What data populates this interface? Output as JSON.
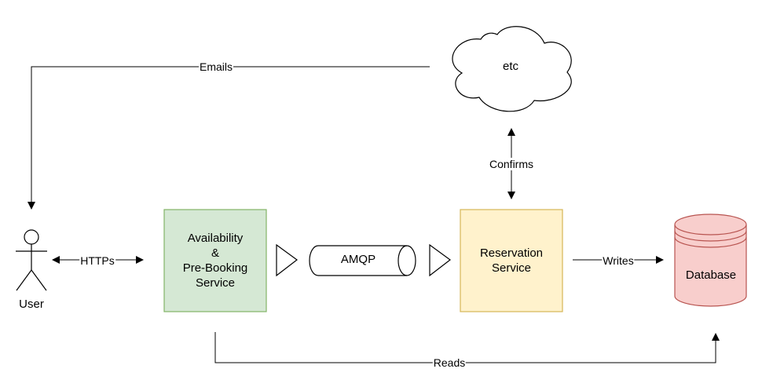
{
  "nodes": {
    "user": {
      "label": "User"
    },
    "availability": {
      "lines": [
        "Availability",
        "&",
        "Pre-Booking",
        "Service"
      ],
      "fill": "#d5e8d4",
      "stroke": "#82b366"
    },
    "amqp": {
      "label": "AMQP"
    },
    "reservation": {
      "lines": [
        "Reservation",
        "Service"
      ],
      "fill": "#fff2cc",
      "stroke": "#d6b656"
    },
    "database": {
      "label": "Database",
      "fill": "#f8cecc",
      "stroke": "#b85450"
    },
    "cloud": {
      "label": "etc"
    }
  },
  "edges": {
    "emails": "Emails",
    "https": "HTTPs",
    "confirms": "Confirms",
    "writes": "Writes",
    "reads": "Reads"
  }
}
